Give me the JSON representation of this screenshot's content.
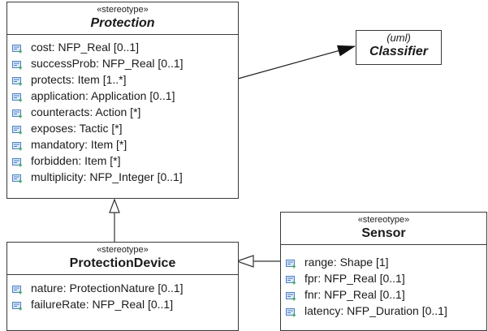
{
  "protection": {
    "stereotype": "«stereotype»",
    "name": "Protection",
    "attributes": [
      "cost: NFP_Real [0..1]",
      "successProb: NFP_Real [0..1]",
      "protects: Item [1..*]",
      "application: Application [0..1]",
      "counteracts: Action [*]",
      "exposes: Tactic [*]",
      "mandatory: Item [*]",
      "forbidden: Item [*]",
      "multiplicity: NFP_Integer [0..1]"
    ]
  },
  "classifier": {
    "stereotype": "(uml)",
    "name": "Classifier"
  },
  "protection_device": {
    "stereotype": "«stereotype»",
    "name": "ProtectionDevice",
    "attributes": [
      "nature: ProtectionNature [0..1]",
      "failureRate: NFP_Real [0..1]"
    ]
  },
  "sensor": {
    "stereotype": "«stereotype»",
    "name": "Sensor",
    "attributes": [
      "range: Shape [1]",
      "fpr: NFP_Real [0..1]",
      "fnr: NFP_Real [0..1]",
      "latency: NFP_Duration [0..1]"
    ]
  },
  "colors": {
    "border": "#3a3a3a",
    "attribute_icon_blue": "#4a7fc4",
    "attribute_icon_green": "#3aa657"
  },
  "icons": {
    "attribute": "attribute-icon",
    "extension_arrow": "filled-arrowhead",
    "generalization_arrow": "hollow-triangle-arrowhead"
  }
}
